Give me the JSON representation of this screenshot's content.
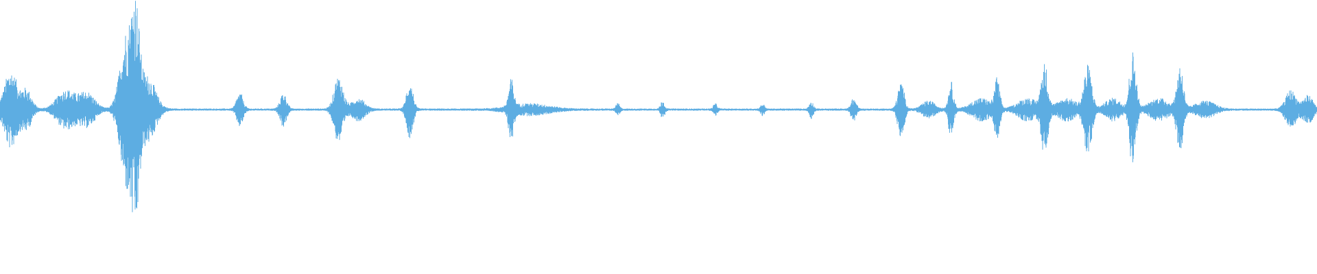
{
  "waveform": {
    "color": "#5dade2",
    "background": "#ffffff",
    "bursts": [
      {
        "center": 0.008,
        "width": 0.01,
        "amplitude": 0.14
      },
      {
        "center": 0.02,
        "width": 0.008,
        "amplitude": 0.07
      },
      {
        "center": 0.05,
        "width": 0.014,
        "amplitude": 0.07
      },
      {
        "center": 0.066,
        "width": 0.012,
        "amplitude": 0.06
      },
      {
        "center": 0.096,
        "width": 0.01,
        "amplitude": 0.28
      },
      {
        "center": 0.103,
        "width": 0.006,
        "amplitude": 0.3
      },
      {
        "center": 0.112,
        "width": 0.012,
        "amplitude": 0.12
      },
      {
        "center": 0.182,
        "width": 0.005,
        "amplitude": 0.06
      },
      {
        "center": 0.215,
        "width": 0.005,
        "amplitude": 0.06
      },
      {
        "center": 0.257,
        "width": 0.007,
        "amplitude": 0.12
      },
      {
        "center": 0.272,
        "width": 0.01,
        "amplitude": 0.04
      },
      {
        "center": 0.311,
        "width": 0.005,
        "amplitude": 0.1
      },
      {
        "center": 0.388,
        "width": 0.004,
        "amplitude": 0.1
      },
      {
        "center": 0.402,
        "width": 0.03,
        "amplitude": 0.02
      },
      {
        "center": 0.469,
        "width": 0.003,
        "amplitude": 0.02
      },
      {
        "center": 0.503,
        "width": 0.003,
        "amplitude": 0.03
      },
      {
        "center": 0.543,
        "width": 0.003,
        "amplitude": 0.02
      },
      {
        "center": 0.579,
        "width": 0.003,
        "amplitude": 0.02
      },
      {
        "center": 0.616,
        "width": 0.003,
        "amplitude": 0.03
      },
      {
        "center": 0.648,
        "width": 0.004,
        "amplitude": 0.04
      },
      {
        "center": 0.684,
        "width": 0.005,
        "amplitude": 0.1
      },
      {
        "center": 0.705,
        "width": 0.01,
        "amplitude": 0.03
      },
      {
        "center": 0.722,
        "width": 0.004,
        "amplitude": 0.1
      },
      {
        "center": 0.745,
        "width": 0.015,
        "amplitude": 0.04
      },
      {
        "center": 0.757,
        "width": 0.004,
        "amplitude": 0.11
      },
      {
        "center": 0.78,
        "width": 0.015,
        "amplitude": 0.04
      },
      {
        "center": 0.793,
        "width": 0.005,
        "amplitude": 0.16
      },
      {
        "center": 0.81,
        "width": 0.015,
        "amplitude": 0.04
      },
      {
        "center": 0.826,
        "width": 0.006,
        "amplitude": 0.16
      },
      {
        "center": 0.845,
        "width": 0.012,
        "amplitude": 0.04
      },
      {
        "center": 0.86,
        "width": 0.005,
        "amplitude": 0.21
      },
      {
        "center": 0.88,
        "width": 0.015,
        "amplitude": 0.04
      },
      {
        "center": 0.896,
        "width": 0.005,
        "amplitude": 0.16
      },
      {
        "center": 0.915,
        "width": 0.015,
        "amplitude": 0.03
      },
      {
        "center": 0.98,
        "width": 0.008,
        "amplitude": 0.07
      },
      {
        "center": 0.993,
        "width": 0.008,
        "amplitude": 0.05
      }
    ],
    "baseline_amplitude": 0.004,
    "midline": 0.4
  }
}
